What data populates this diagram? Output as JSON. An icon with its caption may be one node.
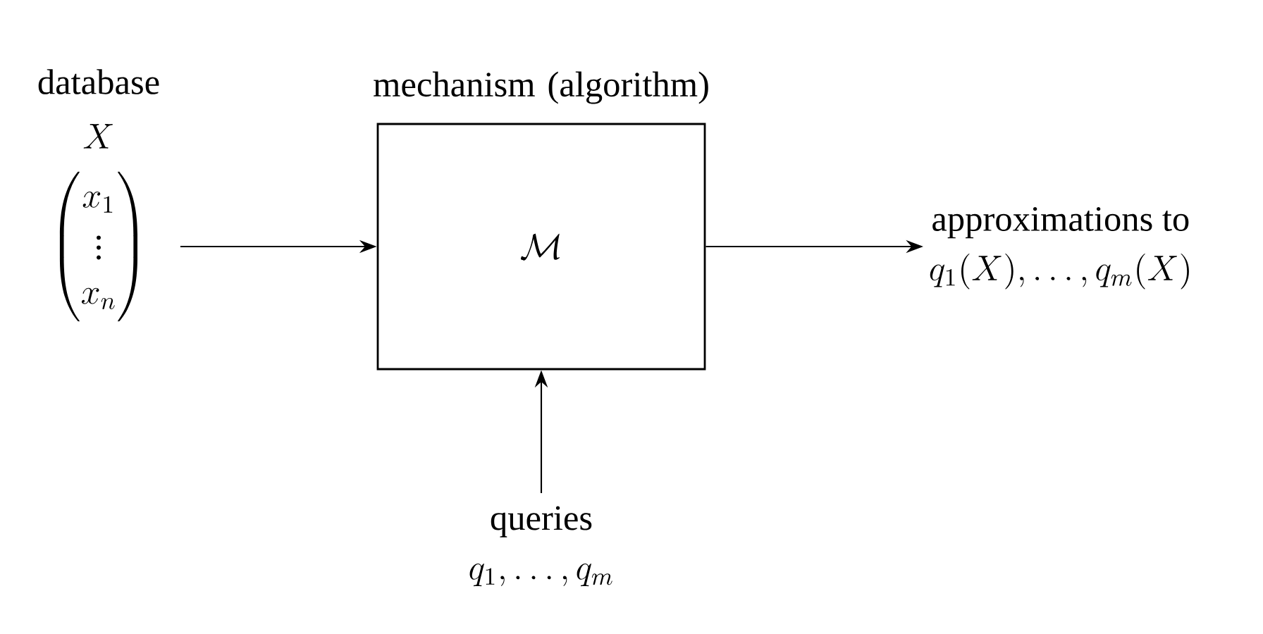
{
  "diagram": {
    "nodes": [
      {
        "text": [
          "database",
          "X",
          "\\begin{pmatrix}x_1\\\\ \\vdots\\\\ x_n\\end{pmatrix}"
        ]
      },
      {
        "text": [
          "mechanism (algorithm)",
          "\\mathcal{M}"
        ]
      },
      {
        "text": [
          "approximations to",
          "q_1(X),\\ldots,q_m(X)"
        ]
      },
      {
        "text": [
          "queries",
          "q_1,\\ldots,q_m"
        ]
      }
    ],
    "edges": [
      {
        "from": 0,
        "to": 1,
        "arrow": "to"
      },
      {
        "from": 1,
        "to": 2,
        "arrow": "to"
      },
      {
        "from": 3,
        "to": 1,
        "arrow": "to"
      }
    ]
  }
}
